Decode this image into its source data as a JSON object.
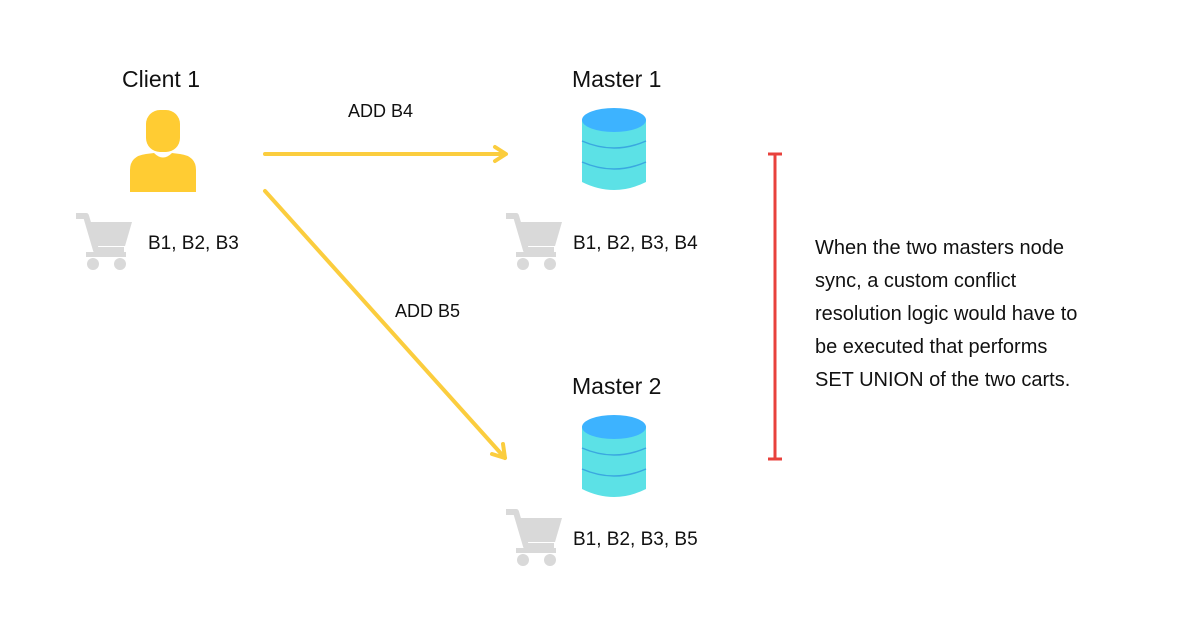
{
  "client": {
    "title": "Client 1",
    "cart_items": "B1, B2, B3"
  },
  "master1": {
    "title": "Master 1",
    "cart_items": "B1, B2, B3, B4"
  },
  "master2": {
    "title": "Master 2",
    "cart_items": "B1, B2, B3, B5"
  },
  "edges": {
    "to_master1": "ADD B4",
    "to_master2": "ADD B5"
  },
  "note": {
    "text": "When the two masters node\nsync, a custom conflict\nresolution logic would have to\nbe executed that performs\nSET UNION of the two carts."
  },
  "icons": {
    "client": "user-icon",
    "database": "database-icon",
    "cart": "shopping-cart-icon"
  },
  "colors": {
    "user": "#ffcc33",
    "arrow": "#fbcd3e",
    "db_top": "#3db3ff",
    "db_body": "#5ce1e6",
    "db_line": "#3aa8e0",
    "cart": "#d9d9d9",
    "bracket": "#e8413c"
  }
}
